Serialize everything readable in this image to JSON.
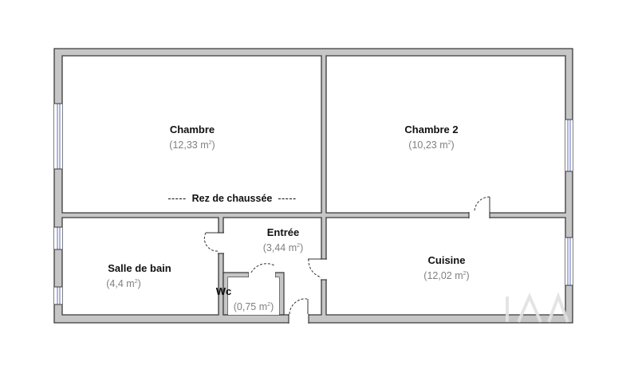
{
  "floor": {
    "label": "Rez de chaussée"
  },
  "rooms": [
    {
      "id": "chambre",
      "name": "Chambre",
      "area_value": "12,33",
      "area_unit": "m"
    },
    {
      "id": "chambre-2",
      "name": "Chambre 2",
      "area_value": "10,23",
      "area_unit": "m"
    },
    {
      "id": "salle-de-bain",
      "name": "Salle de bain",
      "area_value": "4,4",
      "area_unit": "m"
    },
    {
      "id": "entree",
      "name": "Entrée",
      "area_value": "3,44",
      "area_unit": "m"
    },
    {
      "id": "wc",
      "name": "Wc",
      "area_value": "0,75",
      "area_unit": "m"
    },
    {
      "id": "cuisine",
      "name": "Cuisine",
      "area_value": "12,02",
      "area_unit": "m"
    }
  ],
  "colors": {
    "wall_fill": "#c6c6c6",
    "wall_stroke": "#3a3a3a",
    "window": "#7a83c6",
    "door_swing": "#333333",
    "area_text": "#808080",
    "name_text": "#111111"
  }
}
